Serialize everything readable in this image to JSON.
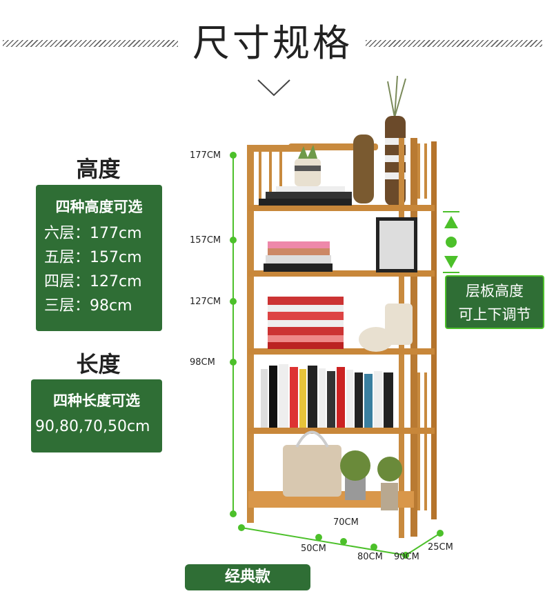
{
  "title": "尺寸规格",
  "height_section": {
    "heading": "高度",
    "subtitle": "四种高度可选",
    "options": [
      "六层：177cm",
      "五层：157cm",
      "四层：127cm",
      "三层：98cm"
    ]
  },
  "length_section": {
    "heading": "长度",
    "subtitle": "四种长度可选",
    "values": "90,80,70,50cm"
  },
  "dimensions": {
    "heights": [
      "177CM",
      "157CM",
      "127CM",
      "98CM"
    ],
    "widths": [
      "70CM",
      "50CM",
      "80CM",
      "90CM"
    ],
    "depth": "25CM"
  },
  "shelf_note": [
    "层板高度",
    "可上下调节"
  ],
  "button_label": "经典款",
  "colors": {
    "green": "#2f6e35",
    "accent_green": "#4cc02a",
    "wood": "#c88a3e"
  }
}
